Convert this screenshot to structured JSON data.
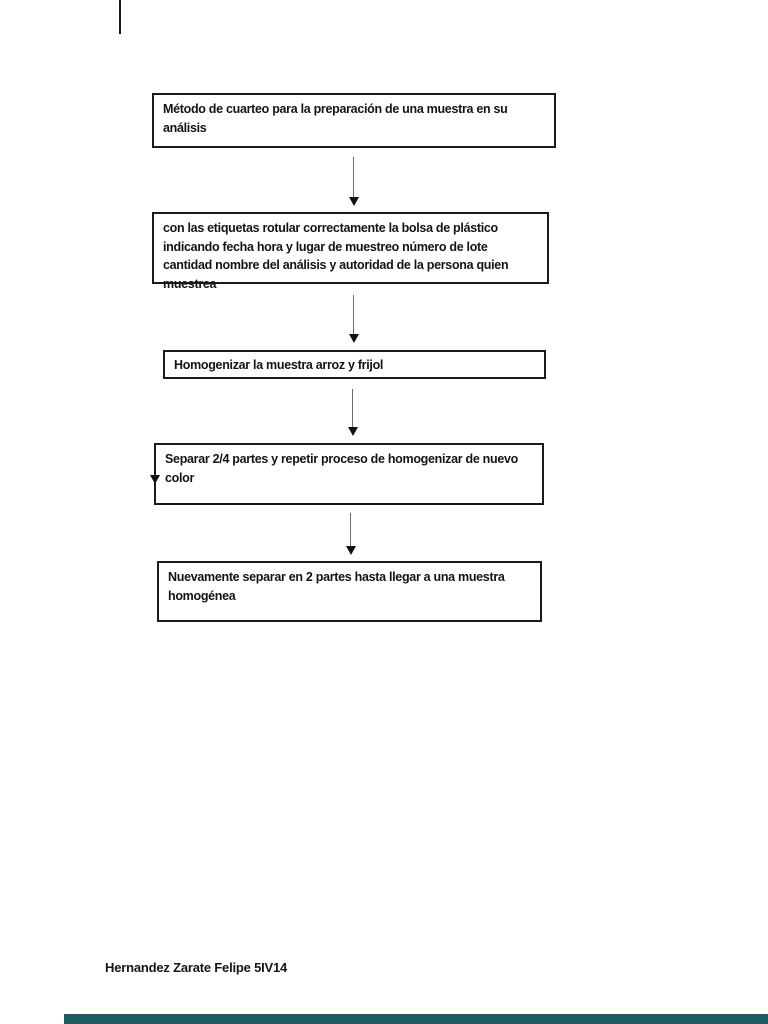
{
  "page": {
    "background": "#ffffff",
    "bottom_bar_color": "#1d5c63",
    "top_left_mark_color": "#1a1a1a"
  },
  "flowchart": {
    "box_border_color": "#1a1a1a",
    "connector_line_color": "#6b6b6b",
    "arrowhead_color": "#111111",
    "steps": [
      {
        "label": "Método de cuarteo para la preparación de una muestra en su análisis"
      },
      {
        "label": "con las etiquetas rotular correctamente la bolsa de plástico indicando fecha hora y lugar de muestreo número de lote cantidad nombre del análisis y autoridad de la persona quien muestrea"
      },
      {
        "label": "Homogenizar la muestra arroz y frijol"
      },
      {
        "label": "Separar 2/4 partes y repetir proceso de homogenizar de nuevo color"
      },
      {
        "label": "Nuevamente separar en 2 partes hasta llegar a una muestra homogénea"
      }
    ]
  },
  "footer": {
    "author_line": "Hernandez Zarate Felipe 5IV14"
  }
}
